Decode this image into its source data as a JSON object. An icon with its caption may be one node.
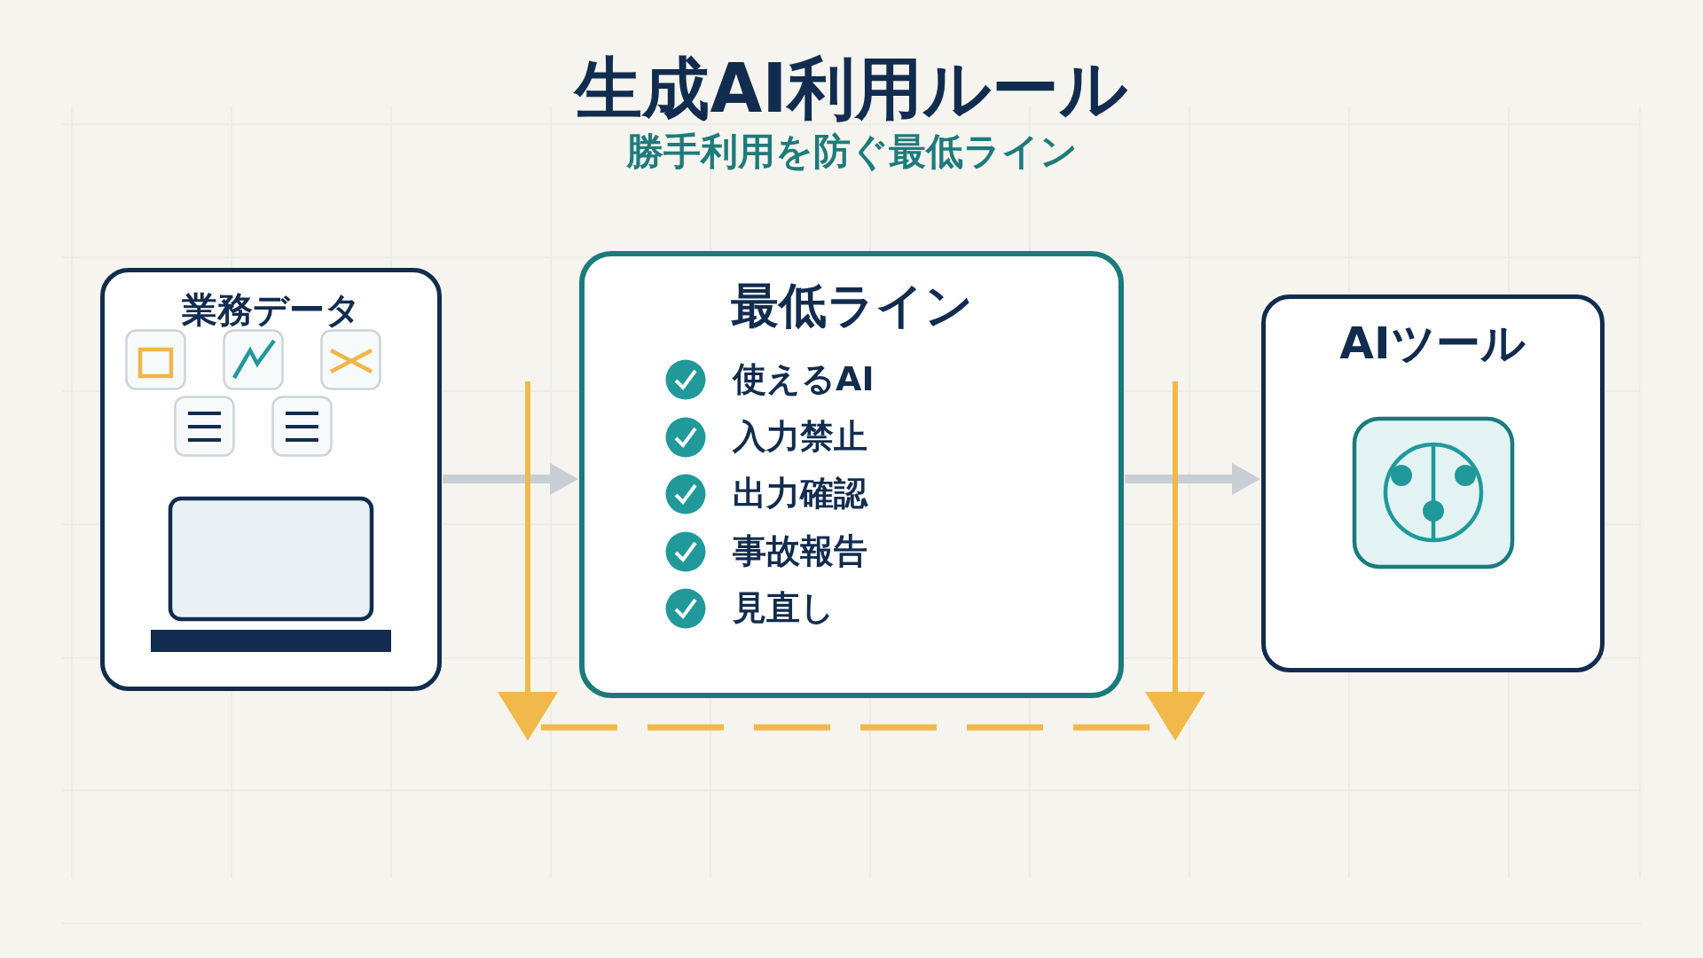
{
  "diagram": {
    "title": "生成AI利用ルール",
    "nodes": [
      {
        "text": [
          "業務データ"
        ]
      },
      {
        "text": [
          "最低ライン",
          "使えるAI",
          "入力禁止",
          "出力確認",
          "事故報告",
          "見直し"
        ]
      },
      {
        "text": [
          "AIツール"
        ]
      }
    ],
    "edges": [
      {
        "from": 0,
        "to": 1,
        "arrow": "to"
      },
      {
        "from": 1,
        "to": 2,
        "arrow": "to"
      }
    ],
    "labels": [
      "勝手利用を防ぐ最低ライン"
    ]
  }
}
